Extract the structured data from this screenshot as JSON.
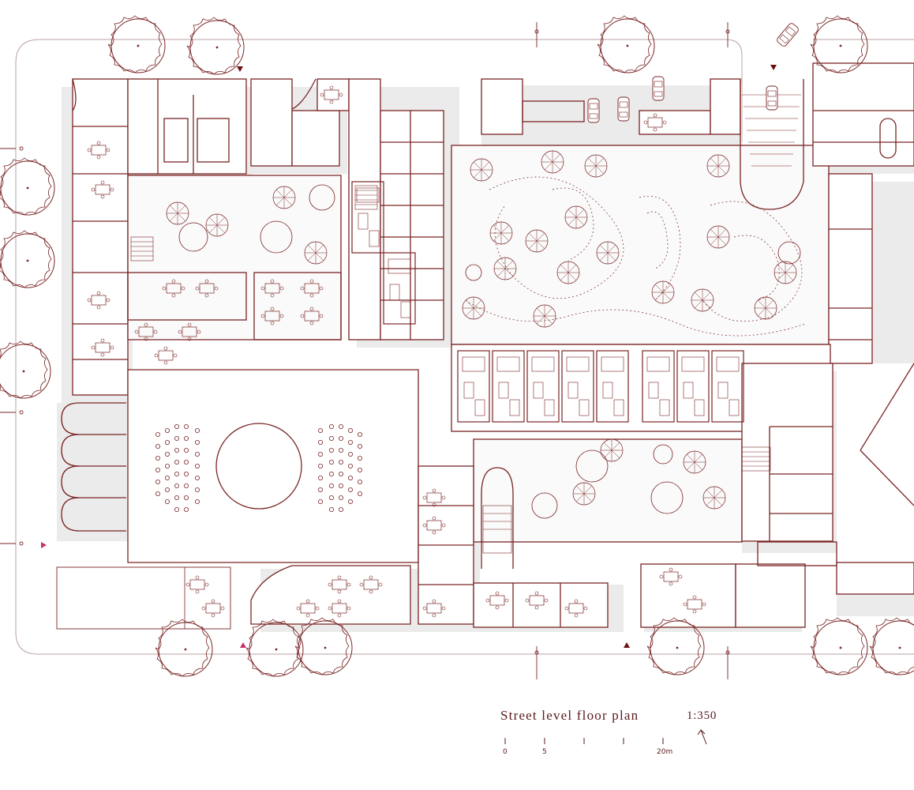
{
  "drawing": {
    "title": "Street level floor plan",
    "scale_ratio": "1:350",
    "scale_bar_labels": [
      "0",
      "5",
      "20m"
    ]
  },
  "colors": {
    "ink": "#7a2424",
    "wall_fill": "#f2eaea",
    "shadow": "#e9e9e9",
    "entrance_dark": "#6a1010",
    "entrance_accent": "#c8306e",
    "background": "#ffffff"
  },
  "icons": [
    "tree-icon",
    "car-icon",
    "north-arrow-icon",
    "entrance-marker-icon"
  ]
}
